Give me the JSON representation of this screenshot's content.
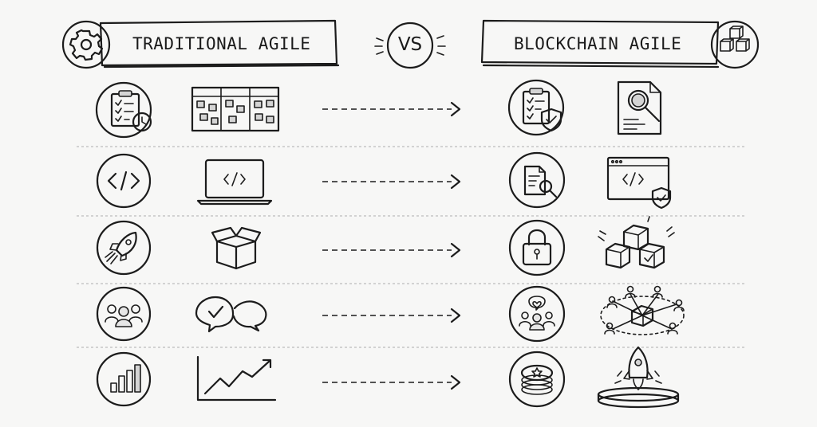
{
  "header": {
    "left_title": "TRADITIONAL AGILE",
    "vs_label": "VS",
    "right_title": "BLOCKCHAIN AGILE"
  },
  "icons": {
    "header_left": "gear-icon",
    "header_right": "blocks-icon"
  },
  "rows": [
    {
      "traditional": [
        "planning-clipboard-clock-icon",
        "kanban-board-icon"
      ],
      "blockchain": [
        "clipboard-shield-icon",
        "document-search-icon"
      ]
    },
    {
      "traditional": [
        "code-icon",
        "laptop-code-icon"
      ],
      "blockchain": [
        "document-magnifier-icon",
        "browser-code-shield-icon"
      ]
    },
    {
      "traditional": [
        "rocket-icon",
        "open-box-icon"
      ],
      "blockchain": [
        "padlock-icon",
        "block-stack-check-icon"
      ]
    },
    {
      "traditional": [
        "team-icon",
        "chat-bubbles-icon"
      ],
      "blockchain": [
        "community-heart-icon",
        "network-nodes-icon"
      ]
    },
    {
      "traditional": [
        "bar-chart-icon",
        "growth-line-chart-icon"
      ],
      "blockchain": [
        "token-coin-stack-icon",
        "rocket-launchpad-icon"
      ]
    }
  ]
}
